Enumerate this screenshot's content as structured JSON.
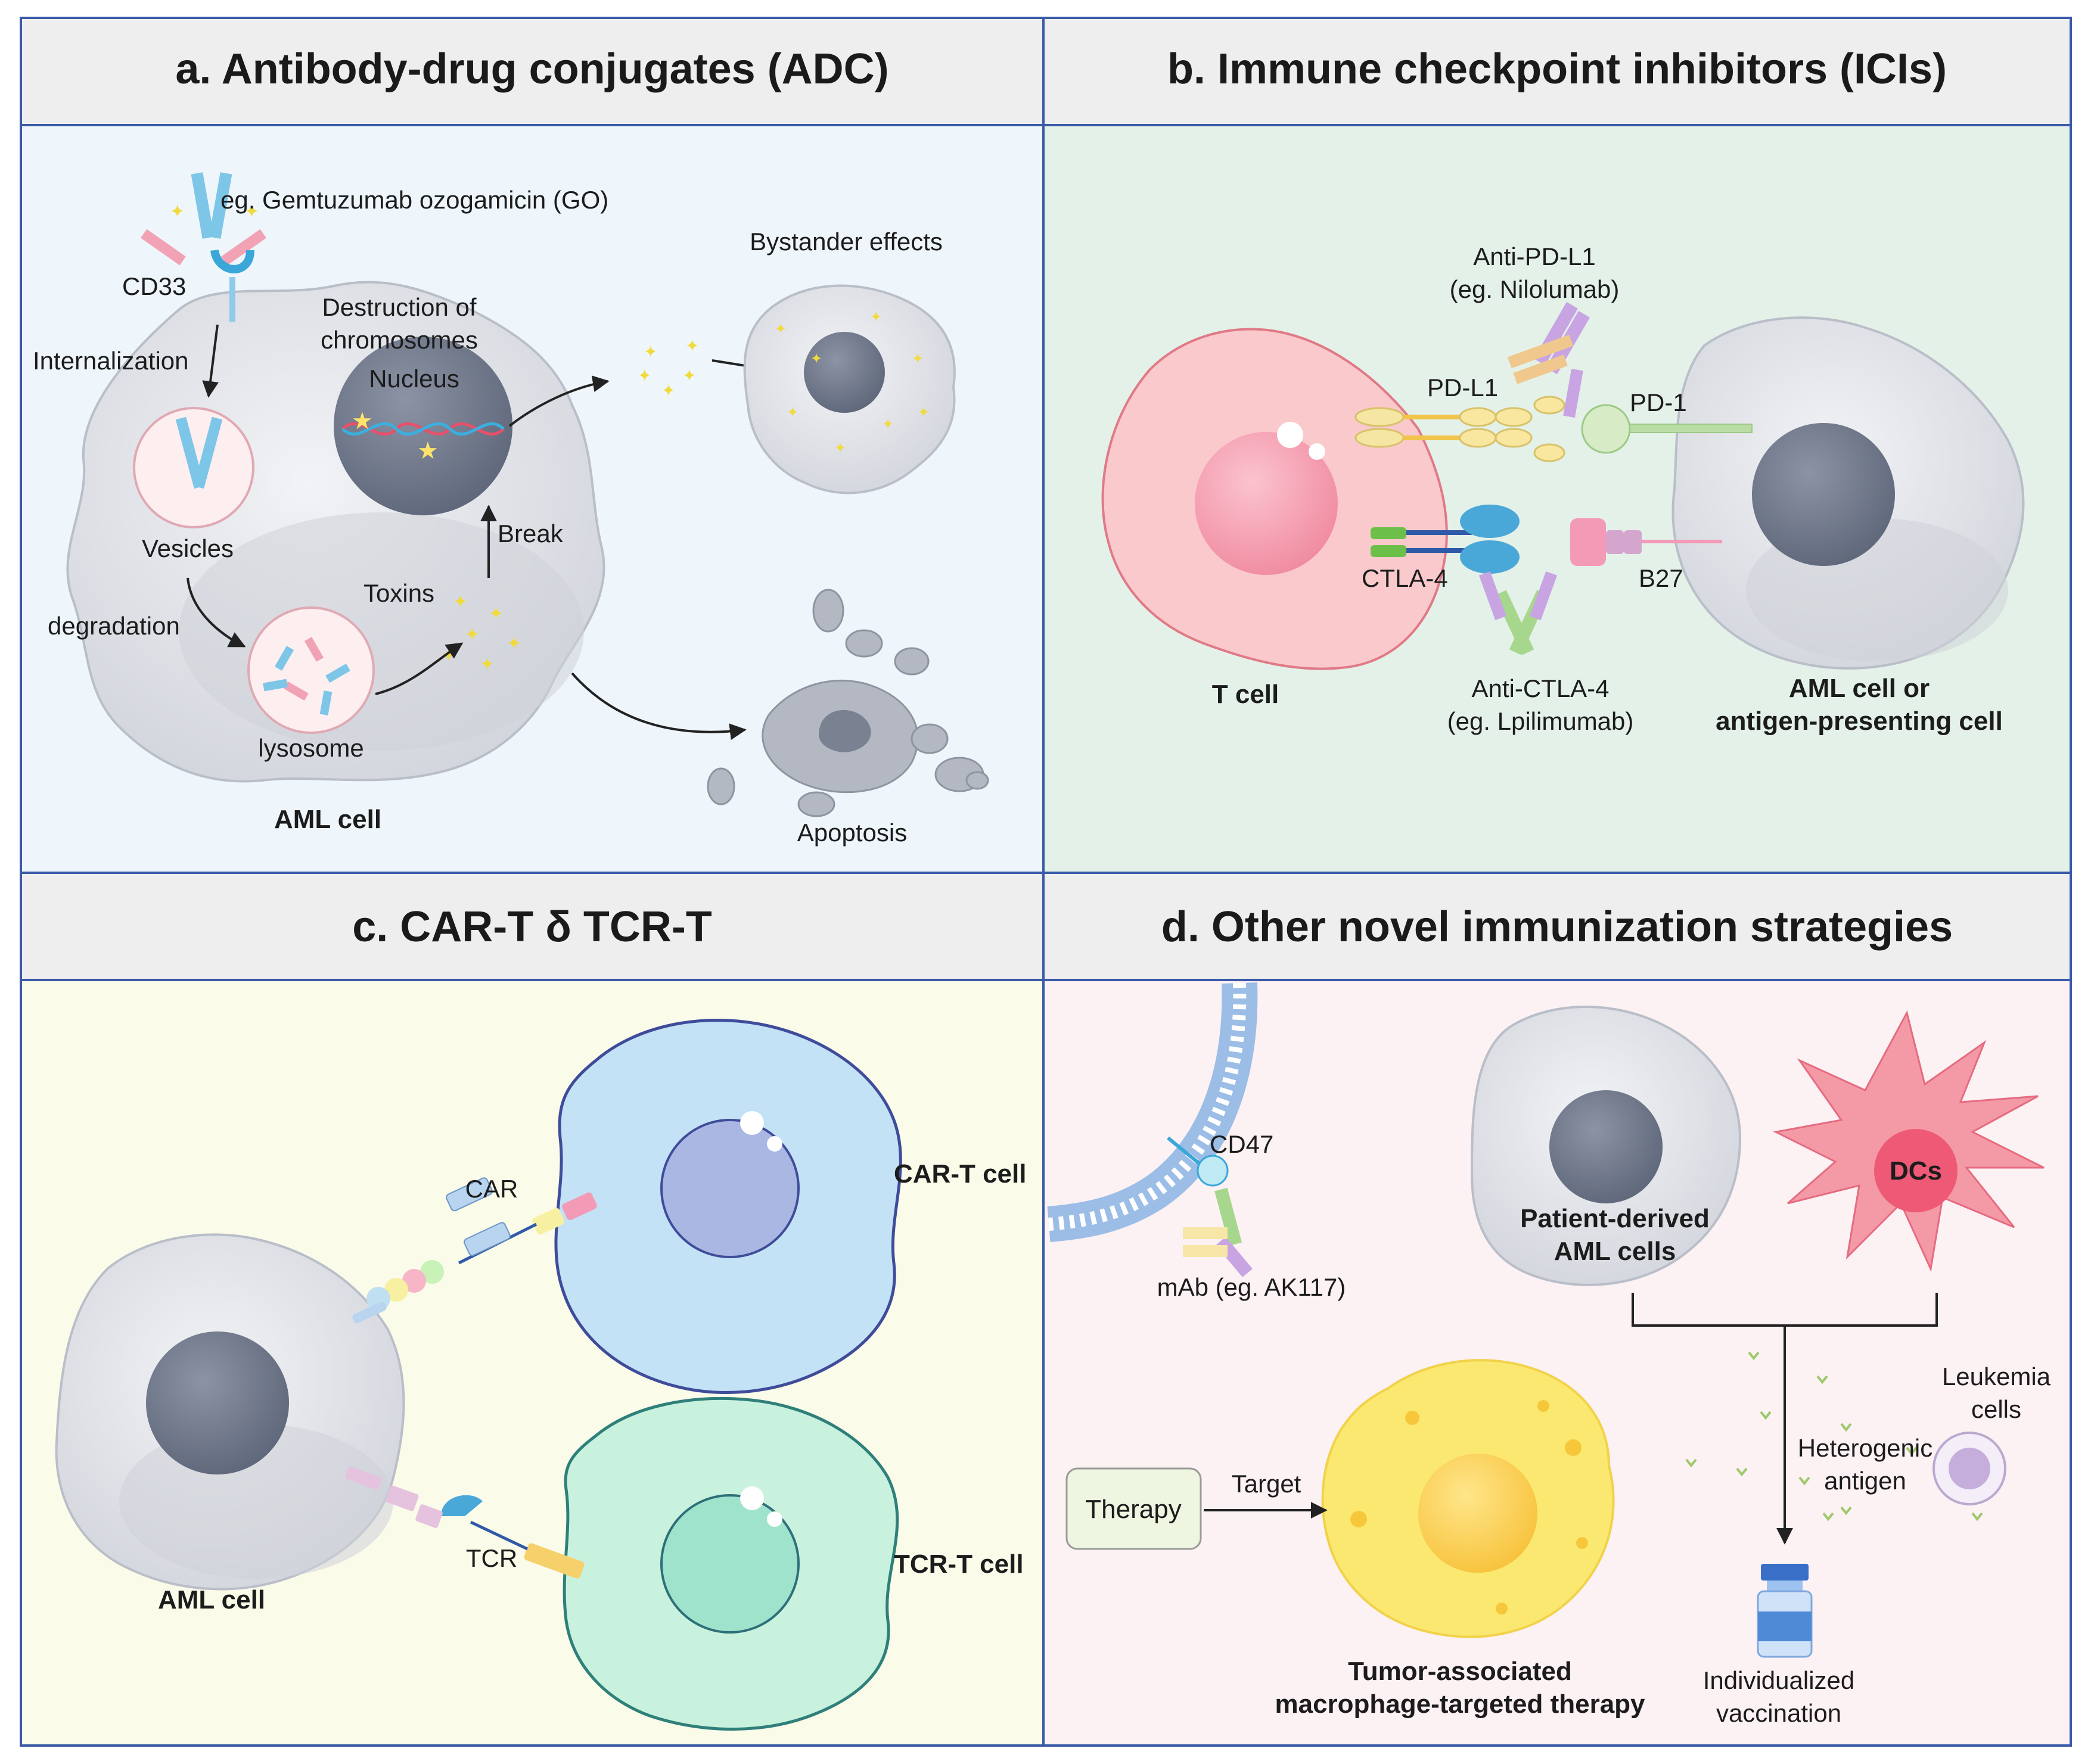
{
  "panels": {
    "a": {
      "title": "a. Antibody-drug conjugates (ADC)",
      "bg": "#eef6fb",
      "labels": {
        "example": "eg. Gemtuzumab ozogamicin (GO)",
        "cd33": "CD33",
        "internalization": "Internalization",
        "destruction_1": "Destruction of",
        "destruction_2": "chromosomes",
        "nucleus": "Nucleus",
        "vesicles": "Vesicles",
        "break": "Break",
        "toxins": "Toxins",
        "degradation": "degradation",
        "lysosome": "lysosome",
        "aml_cell": "AML cell",
        "bystander": "Bystander effects",
        "apoptosis": "Apoptosis"
      }
    },
    "b": {
      "title": "b. Immune checkpoint inhibitors (ICIs)",
      "bg": "#e4f1e9",
      "labels": {
        "anti_pdl1": "Anti-PD-L1",
        "anti_pdl1_eg": "(eg. Nilolumab)",
        "pdl1": "PD-L1",
        "pd1": "PD-1",
        "ctla4": "CTLA-4",
        "b27": "B27",
        "t_cell": "T cell",
        "anti_ctla4": "Anti-CTLA-4",
        "anti_ctla4_eg": "(eg. Lpilimumab)",
        "aml_1": "AML cell or",
        "aml_2": "antigen-presenting cell"
      }
    },
    "c": {
      "title": "c. CAR-T δ TCR-T",
      "bg": "#fbfbea",
      "labels": {
        "car": "CAR",
        "car_t": "CAR-T cell",
        "tcr": "TCR",
        "tcr_t": "TCR-T cell",
        "aml_cell": "AML cell"
      }
    },
    "d": {
      "title": "d. Other novel immunization strategies",
      "bg": "#fcf1f3",
      "labels": {
        "cd47": "CD47",
        "mab": "mAb (eg. AK117)",
        "patient_1": "Patient-derived",
        "patient_2": "AML cells",
        "dcs": "DCs",
        "leukemia_1": "Leukemia",
        "leukemia_2": "cells",
        "heterogenic_1": "Heterogenic",
        "heterogenic_2": "antigen",
        "therapy": "Therapy",
        "target": "Target",
        "tam_1": "Tumor-associated",
        "tam_2": "macrophage-targeted therapy",
        "vacc_1": "Individualized",
        "vacc_2": "vaccination"
      }
    }
  },
  "colors": {
    "border": "#3a5aa8",
    "header_bg": "#eeeeee",
    "aml_cell": "#dcdee3",
    "nucleus": "#6e7789",
    "t_cell": "#f9c9cc",
    "car_t": "#c4e2f6",
    "tcr_t": "#c8f2dd",
    "dc": "#f49aa7",
    "macrophage": "#fbe870"
  }
}
